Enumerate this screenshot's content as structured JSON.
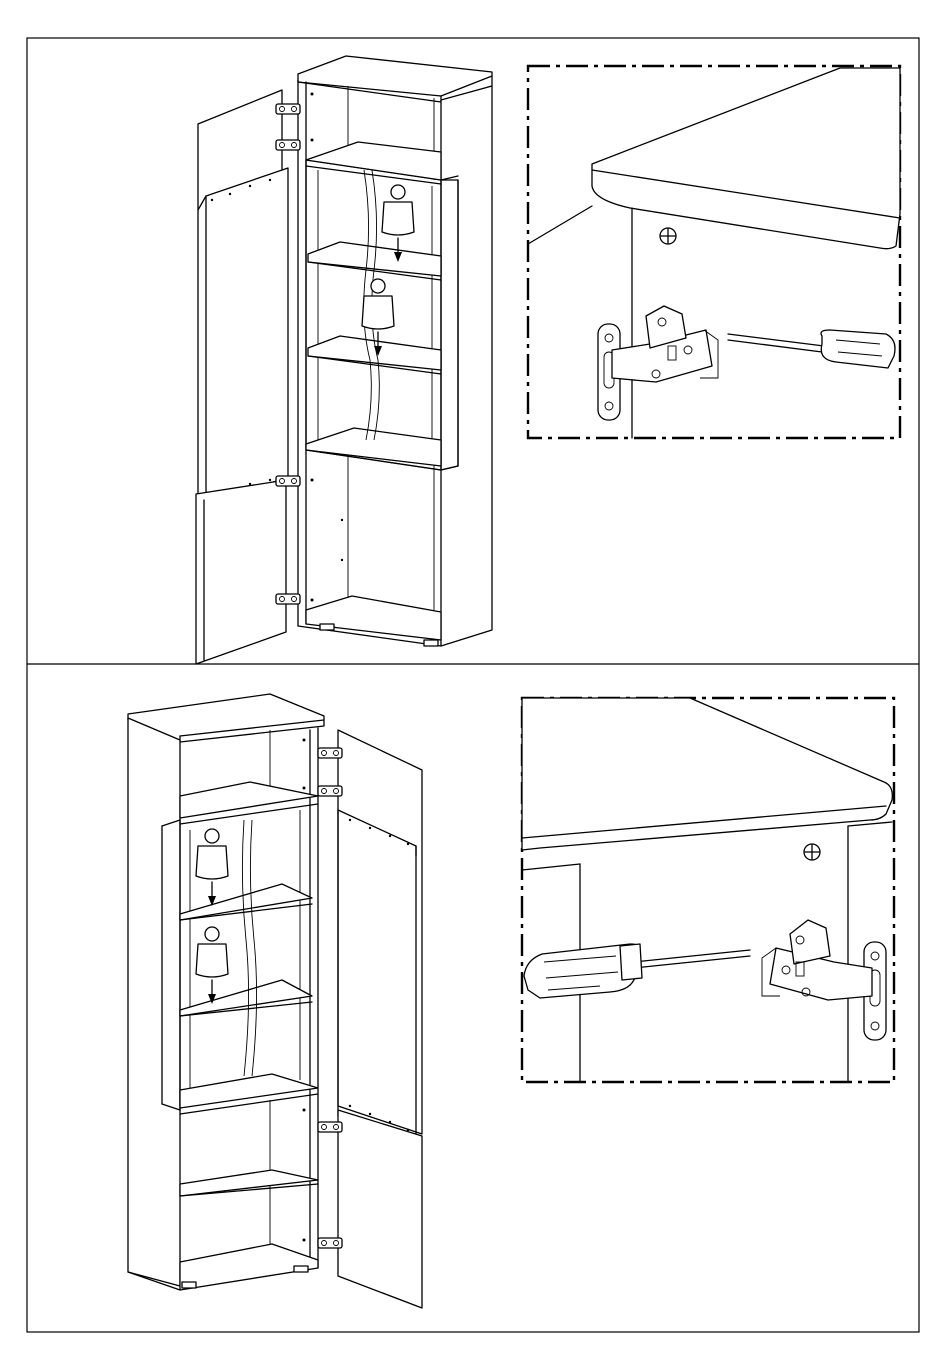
{
  "panels": [
    {
      "id": "step-a",
      "detail": "hinge-adjust-right"
    },
    {
      "id": "step-b",
      "detail": "hinge-adjust-left"
    }
  ],
  "icons": [
    "cabinet-icon",
    "weight-icon",
    "hinge-icon",
    "screwdriver-icon",
    "screw-icon"
  ],
  "colors": {
    "line": "#000000",
    "background": "#ffffff"
  }
}
